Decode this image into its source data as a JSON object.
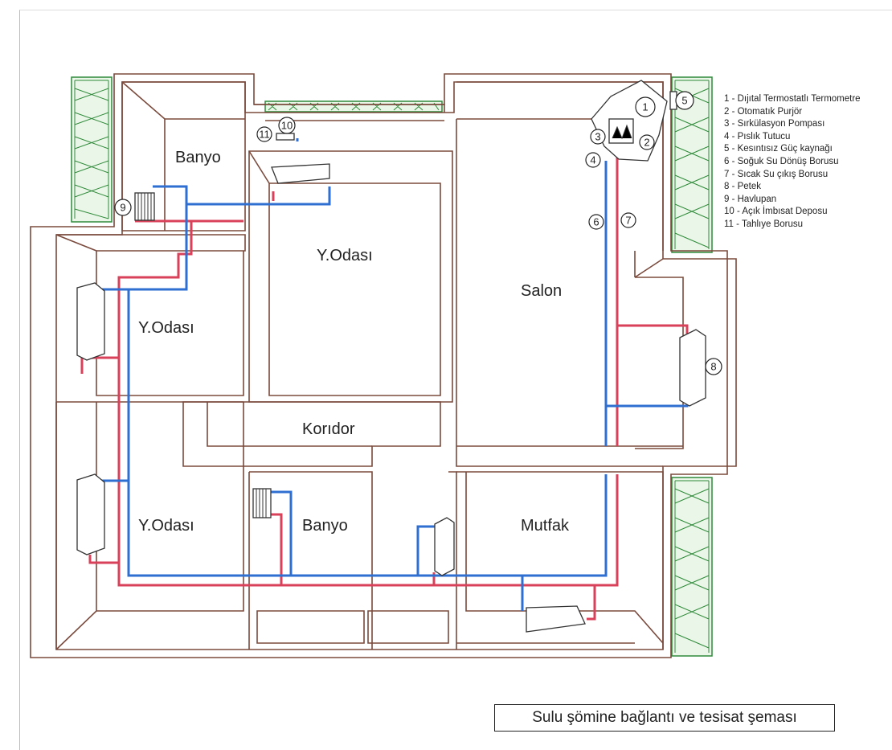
{
  "caption": "Sulu şömine bağlantı ve tesisat şeması",
  "rooms": {
    "banyo_top": "Banyo",
    "yodasi_center": "Y.Odası",
    "yodasi_left": "Y.Odası",
    "yodasi_bottom": "Y.Odası",
    "salon": "Salon",
    "koridor": "Korıdor",
    "banyo_bottom": "Banyo",
    "mutfak": "Mutfak"
  },
  "legend": [
    "1 - Dıjıtal Termostatlı Termometre",
    "2 - Otomatık Purjör",
    "3 - Sırkülasyon Pompası",
    "4 - Pıslık Tutucu",
    "5 - Kesıntısız Güç kaynağı",
    "6 - Soğuk Su Dönüş Borusu",
    "7 - Sıcak Su çıkış Borusu",
    "8 - Petek",
    "9 - Havlupan",
    "10 - Açık İmbısat Deposu",
    "11 - Tahlıye Borusu"
  ],
  "markers": {
    "m1": "1",
    "m2": "2",
    "m3": "3",
    "m4": "4",
    "m5": "5",
    "m6": "6",
    "m7": "7",
    "m8": "8",
    "m9": "9",
    "m10": "10",
    "m11": "11"
  },
  "colors": {
    "wall": "#7a4a3c",
    "cold_return_pipe": "#2f6fd1",
    "hot_supply_pipe": "#d9405a",
    "terrace": "#2f8a3a"
  }
}
